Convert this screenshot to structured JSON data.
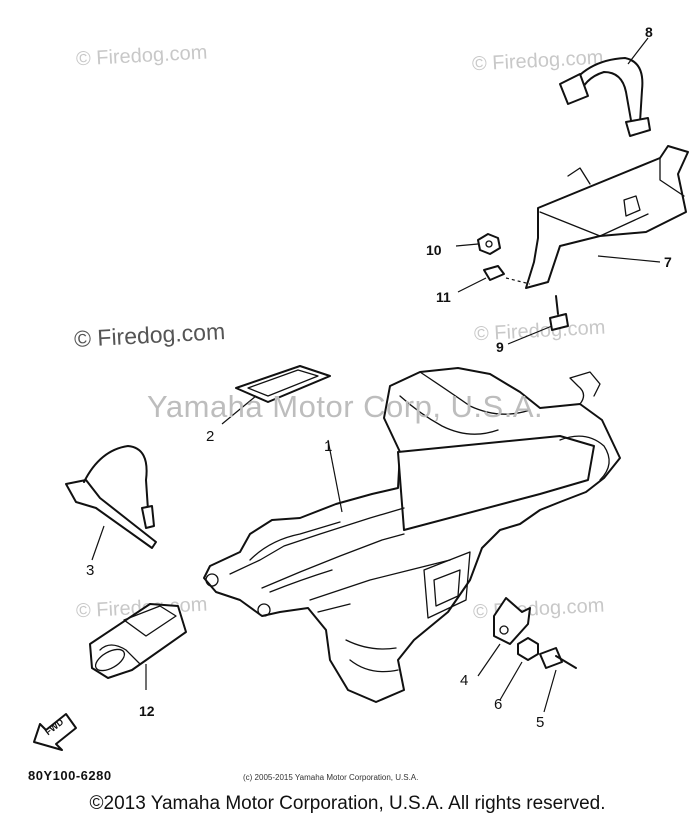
{
  "watermarks": {
    "top_left": "© Firedog.com",
    "top_right": "© Firedog.com",
    "middle_left": "© Firedog.com",
    "middle_right": "© Firedog.com",
    "lower_left": "© Firedog.com",
    "lower_right": "© Firedog.com",
    "center": "Yamaha Motor Corp, U.S.A."
  },
  "callouts": {
    "c1": "1",
    "c2": "2",
    "c3": "3",
    "c4": "4",
    "c5": "5",
    "c6": "6",
    "c7": "7",
    "c8": "8",
    "c9": "9",
    "c10": "10",
    "c11": "11",
    "c12": "12"
  },
  "fwd_label": "FWD",
  "diagram_code": "80Y100-6280",
  "small_copyright": "(c) 2005-2015 Yamaha Motor Corporation, U.S.A.",
  "footer": "©2013 Yamaha Motor Corporation, U.S.A. All rights reserved."
}
